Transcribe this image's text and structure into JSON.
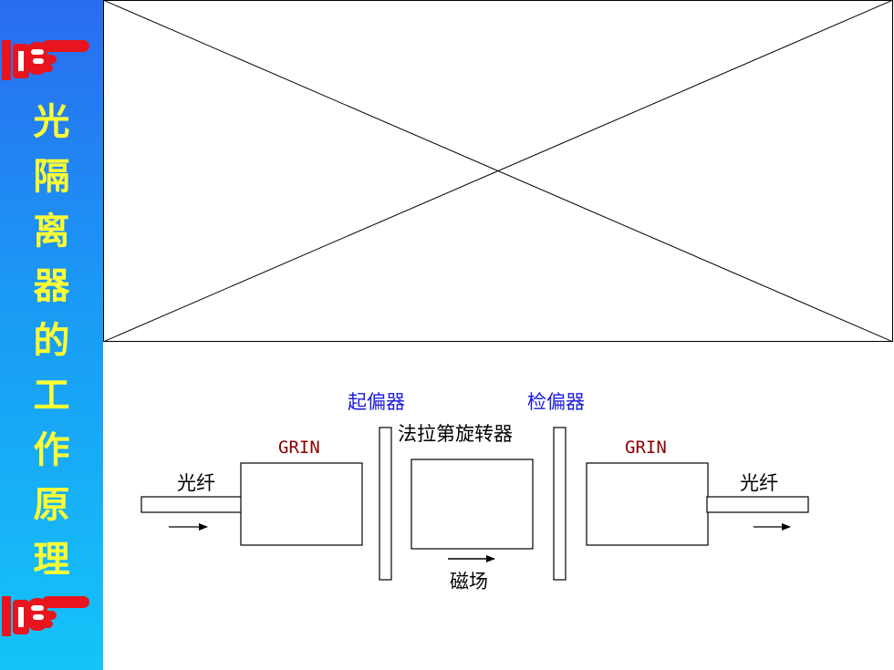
{
  "sidebar": {
    "title_chars": [
      "光",
      "隔",
      "离",
      "器",
      "的",
      "工",
      "作",
      "原",
      "理"
    ],
    "icon": "pointing-hand-icon"
  },
  "colors": {
    "sidebar_top": "#2a6cf0",
    "sidebar_bottom": "#14c4f8",
    "title_text": "#ffff33",
    "hand": "#e8141e",
    "polarizer_label": "#1a1adf",
    "grin_label": "#8b0000"
  },
  "diagram": {
    "fiber_left_label": "光纤",
    "fiber_right_label": "光纤",
    "grin_left_label": "GRIN",
    "grin_right_label": "GRIN",
    "polarizer_label": "起偏器",
    "analyzer_label": "检偏器",
    "faraday_label": "法拉第旋转器",
    "magnetic_field_label": "磁场"
  }
}
